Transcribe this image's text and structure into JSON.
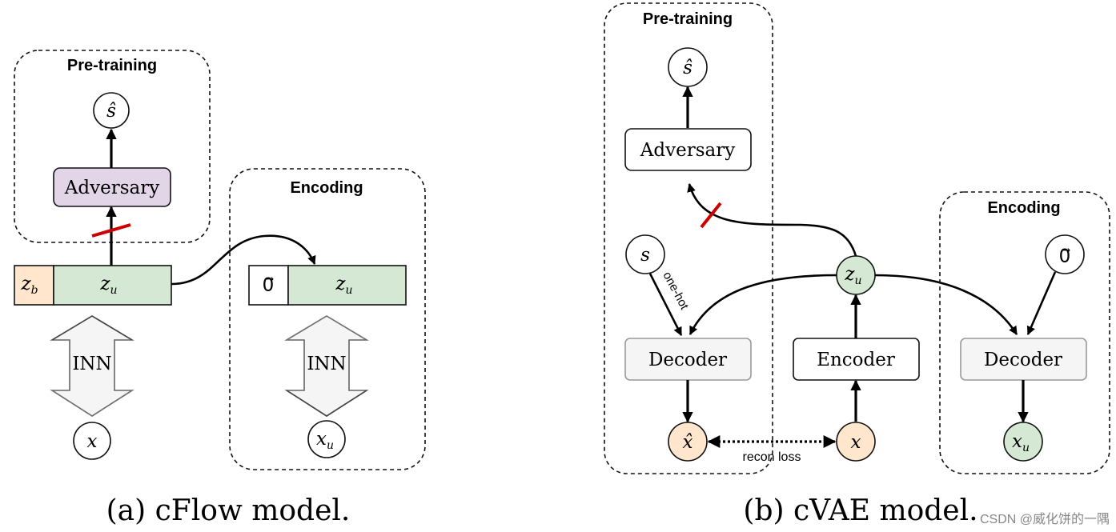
{
  "panel_a": {
    "pretraining_title": "Pre-training",
    "encoding_title": "Encoding",
    "s_hat": "ŝ",
    "adversary": "Adversary",
    "zb_base": "z",
    "zb_sub": "b",
    "zu_base": "z",
    "zu_sub": "u",
    "zero_vec": "0⃗",
    "inn_left": "INN",
    "inn_right": "INN",
    "x": "x",
    "xu_base": "x",
    "xu_sub": "u",
    "caption": "(a) cFlow model."
  },
  "panel_b": {
    "pretraining_title": "Pre-training",
    "encoding_title": "Encoding",
    "s_hat": "ŝ",
    "adversary": "Adversary",
    "s": "s",
    "one_hot": "one-hot",
    "zu_base": "z",
    "zu_sub": "u",
    "zero_vec": "0⃗",
    "decoder_left": "Decoder",
    "encoder": "Encoder",
    "decoder_right": "Decoder",
    "x_hat": "x̂",
    "x": "x",
    "xu_base": "x",
    "xu_sub": "u",
    "recon_loss": "recon loss",
    "caption": "(b) cVAE model."
  },
  "watermark": "CSDN @威化饼的一隅",
  "colors": {
    "adversary_fill": "#e1d5e7",
    "latent_green": "#d5e8d4",
    "orange": "#ffe6cc",
    "gray_box": "#f5f5f5",
    "red_cut": "#cc0000"
  }
}
